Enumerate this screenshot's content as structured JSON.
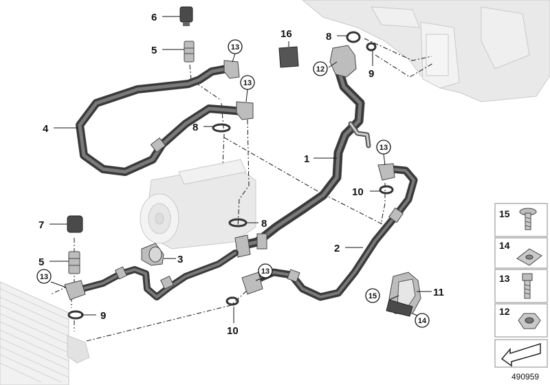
{
  "diagram_id": "490959",
  "callouts": [
    {
      "n": "1"
    },
    {
      "n": "2"
    },
    {
      "n": "3"
    },
    {
      "n": "4"
    },
    {
      "n": "5"
    },
    {
      "n": "5"
    },
    {
      "n": "6"
    },
    {
      "n": "7"
    },
    {
      "n": "8"
    },
    {
      "n": "8"
    },
    {
      "n": "8"
    },
    {
      "n": "9"
    },
    {
      "n": "9"
    },
    {
      "n": "10"
    },
    {
      "n": "10"
    },
    {
      "n": "11"
    },
    {
      "n": "16"
    }
  ],
  "circled": [
    {
      "n": "13"
    },
    {
      "n": "13"
    },
    {
      "n": "13"
    },
    {
      "n": "13"
    },
    {
      "n": "13"
    },
    {
      "n": "12"
    },
    {
      "n": "15"
    },
    {
      "n": "14"
    }
  ],
  "legend": [
    {
      "n": "15",
      "icon": "screw-icon"
    },
    {
      "n": "14",
      "icon": "clip-nut-icon"
    },
    {
      "n": "13",
      "icon": "bolt-icon"
    },
    {
      "n": "12",
      "icon": "hex-nut-icon"
    }
  ],
  "legend_arrow_icon": "direction-arrow-icon"
}
